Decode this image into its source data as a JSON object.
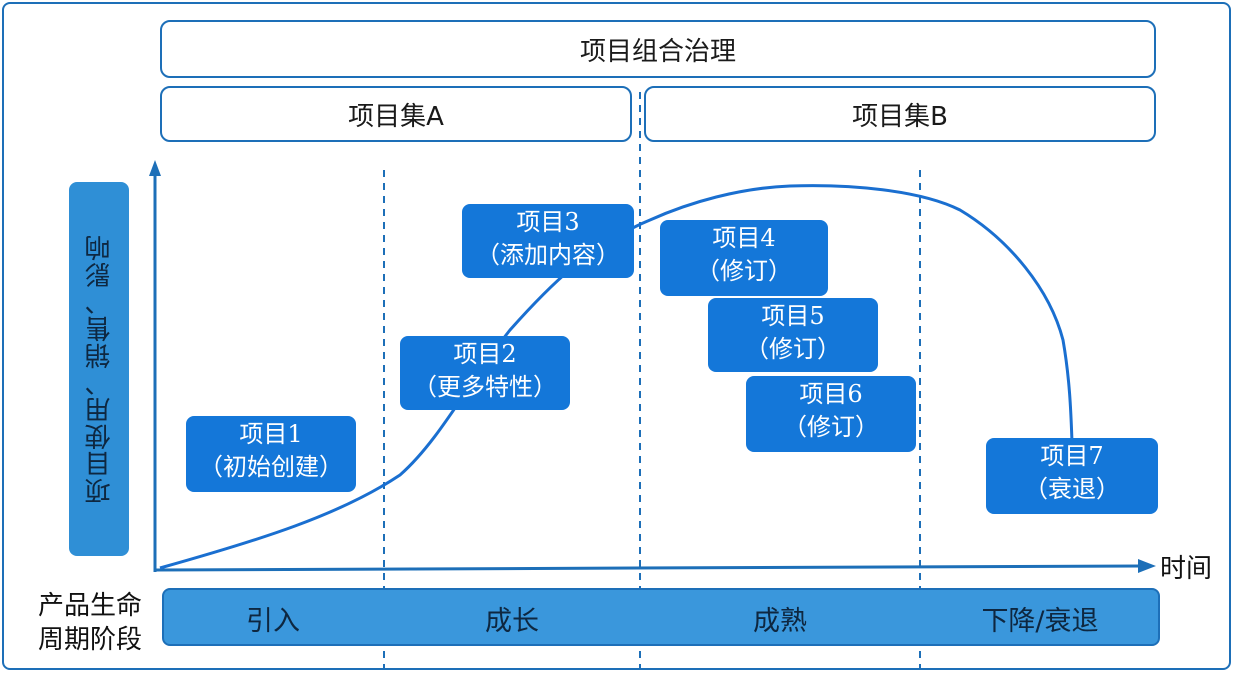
{
  "header": {
    "portfolio_title": "项目组合治理",
    "set_a": "项目集A",
    "set_b": "项目集B"
  },
  "y_axis_label": "项目使用、销售、影响",
  "x_axis_label": "时间",
  "lifecycle_label": {
    "line1": "产品生命",
    "line2": "周期阶段"
  },
  "stages": [
    "引入",
    "成长",
    "成熟",
    "下降/衰退"
  ],
  "projects": [
    {
      "title": "项目1",
      "note": "（初始创建）"
    },
    {
      "title": "项目2",
      "note": "（更多特性）"
    },
    {
      "title": "项目3",
      "note": "（添加内容）"
    },
    {
      "title": "项目4",
      "note": "（修订）"
    },
    {
      "title": "项目5",
      "note": "（修订）"
    },
    {
      "title": "项目6",
      "note": "（修订）"
    },
    {
      "title": "项目7",
      "note": "（衰退）"
    }
  ],
  "colors": {
    "accent": "#1d6fb8",
    "project_fill": "#1477d9",
    "stage_fill": "#3a97dc",
    "text_on_blue": "#ffffff"
  }
}
